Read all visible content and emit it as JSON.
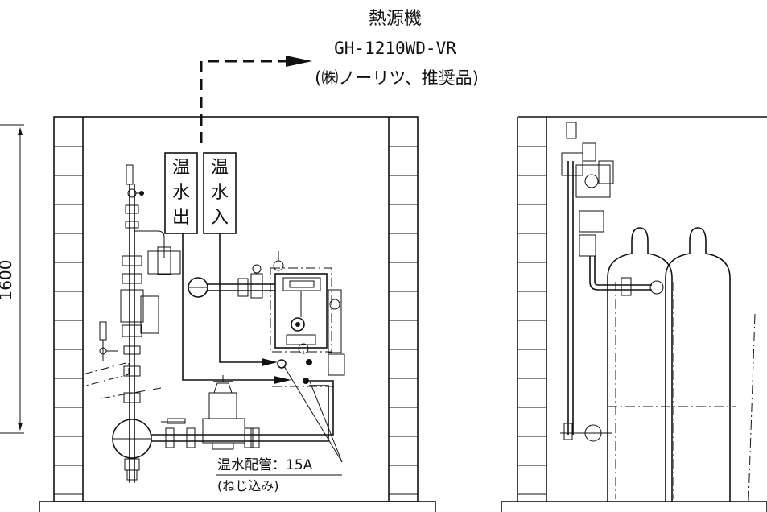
{
  "heat_source": {
    "line1": "熱源機",
    "line2": "GH-1210WD-VR",
    "line3": "(㈱ノーリツ、推奨品)"
  },
  "labels": {
    "hot_water_out": [
      "温",
      "水",
      "出"
    ],
    "hot_water_in": [
      "温",
      "水",
      "入"
    ],
    "pipe_spec_line1": "温水配管：15A",
    "pipe_spec_line2": "(ねじ込み)"
  },
  "dimension": {
    "height_value": "1600"
  }
}
